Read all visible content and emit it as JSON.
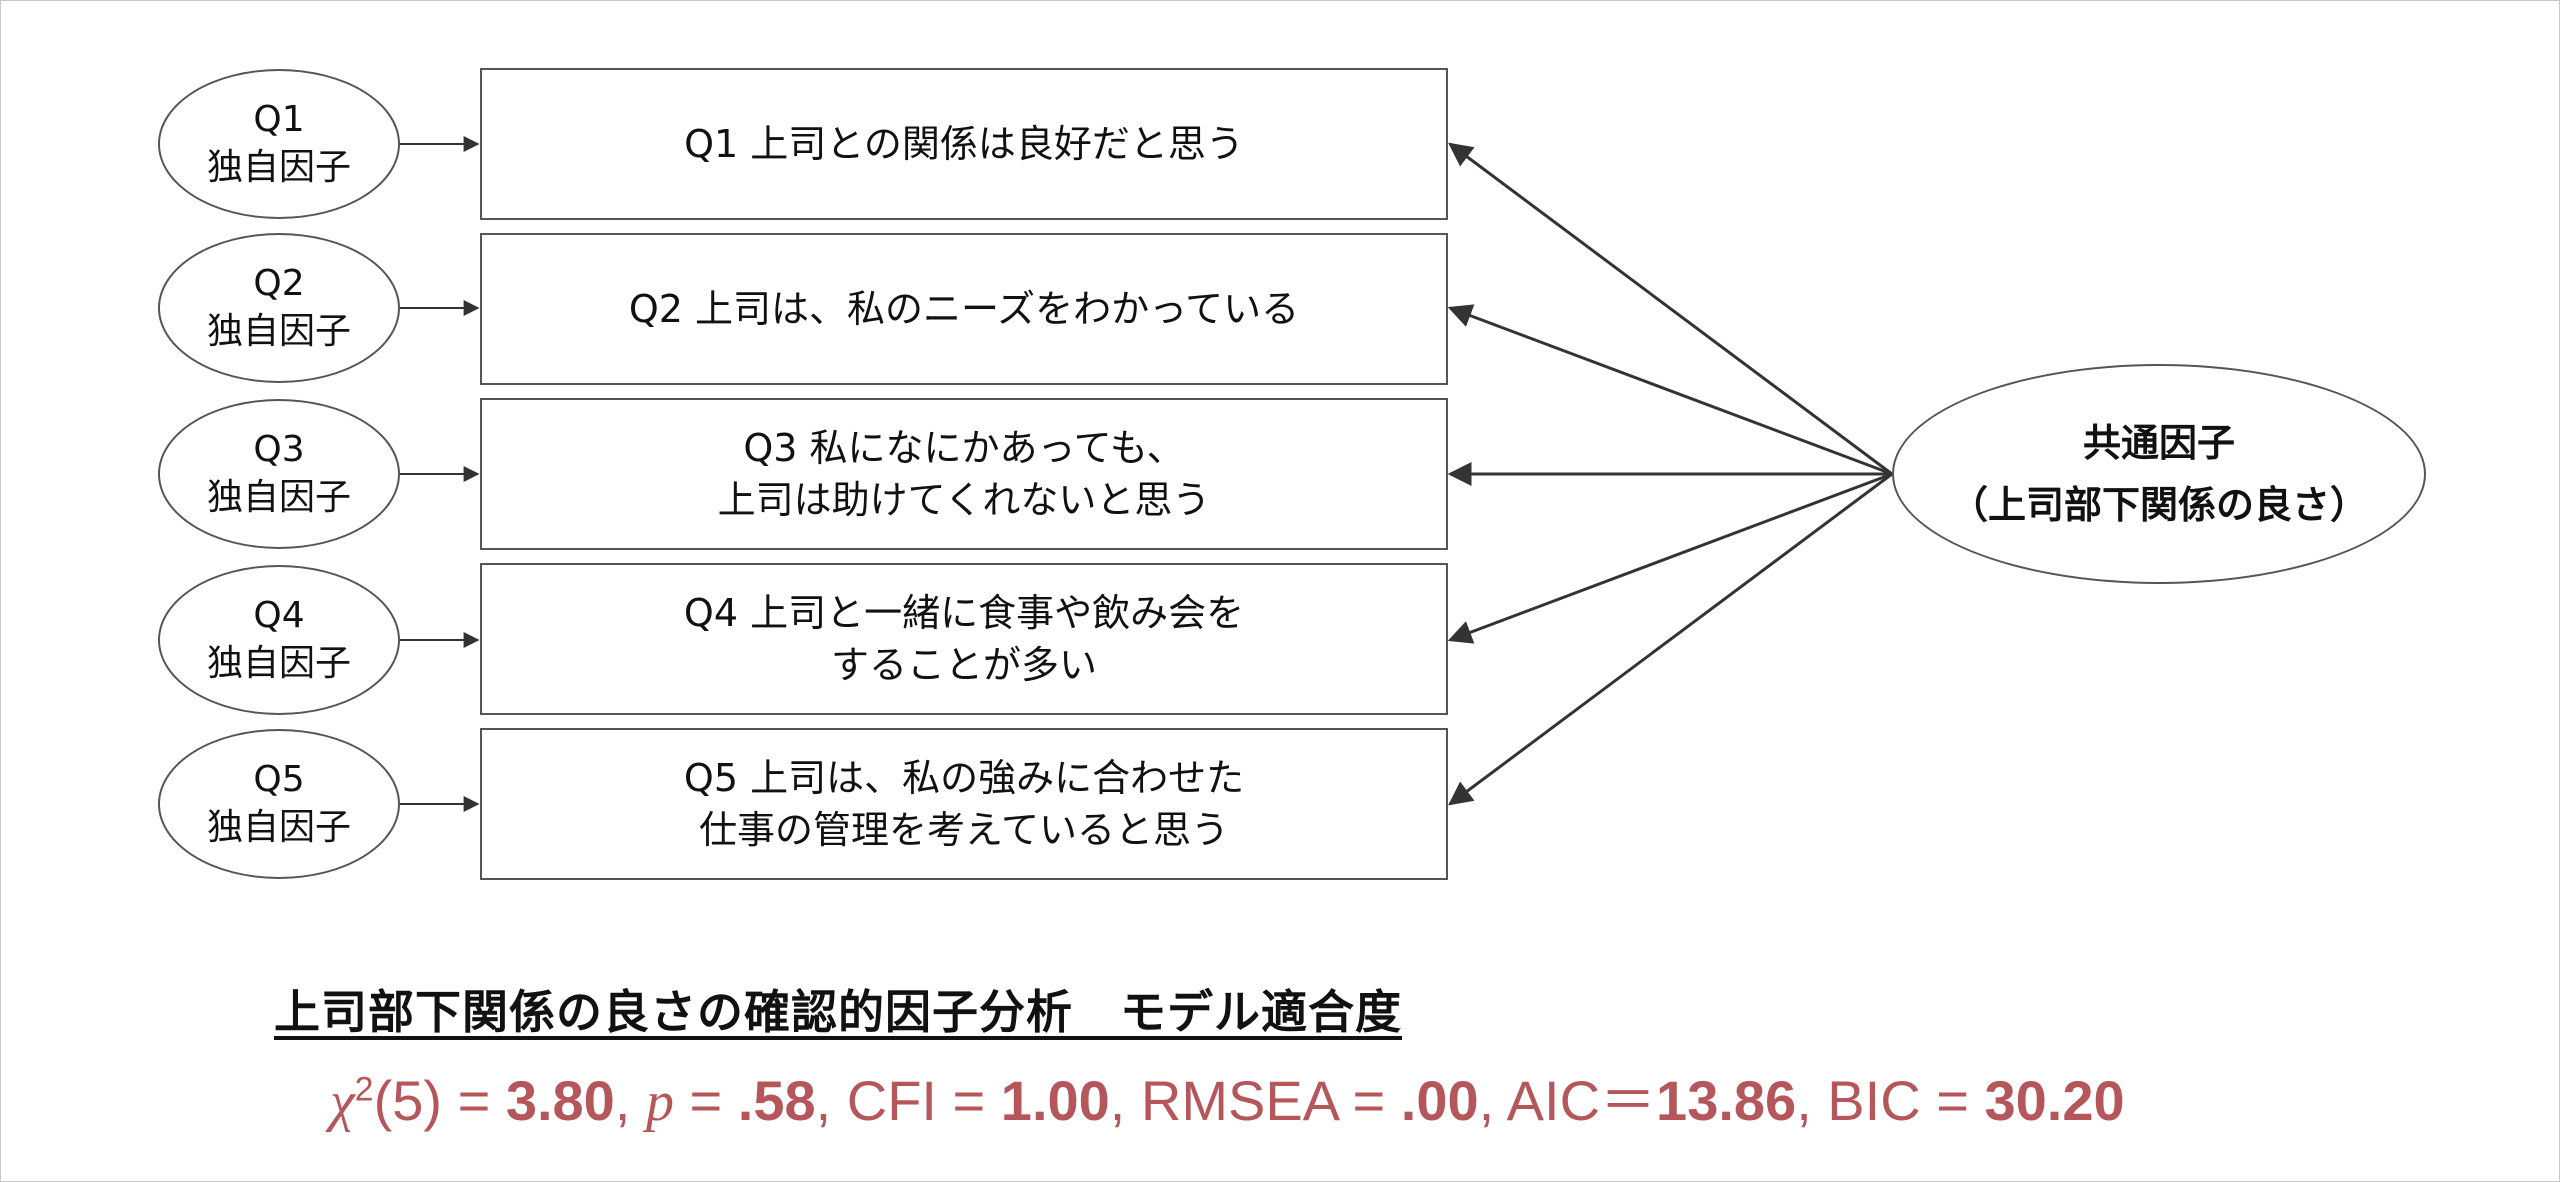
{
  "unique_factors": [
    {
      "id": "Q1",
      "label": "独自因子"
    },
    {
      "id": "Q2",
      "label": "独自因子"
    },
    {
      "id": "Q3",
      "label": "独自因子"
    },
    {
      "id": "Q4",
      "label": "独自因子"
    },
    {
      "id": "Q5",
      "label": "独自因子"
    }
  ],
  "items": [
    "Q1 上司との関係は良好だと思う",
    "Q2 上司は、私のニーズをわかっている",
    "Q3 私になにかあっても、\n上司は助けてくれないと思う",
    "Q4 上司と一緒に食事や飲み会を\nすることが多い",
    "Q5 上司は、私の強みに合わせた\n仕事の管理を考えていると思う"
  ],
  "common_factor": {
    "line1": "共通因子",
    "line2": "（上司部下関係の良さ）"
  },
  "fit": {
    "title": "上司部下関係の良さの確認的因子分析　モデル適合度",
    "chi_symbol": "χ",
    "chi_sup": "2",
    "chi_df": "(5) = ",
    "chi_value": "3.80",
    "sep1": ", ",
    "p_symbol": "p",
    "p_eq": " = ",
    "p_value": ".58",
    "cfi_label": ", CFI = ",
    "cfi_value": "1.00",
    "rmsea_label": ", RMSEA = ",
    "rmsea_value": ".00",
    "aic_label": ", AIC＝",
    "aic_value": "13.86",
    "bic_label": ", BIC = ",
    "bic_value": "30.20"
  },
  "colors": {
    "fit_text": "#b5565a",
    "border": "#555555",
    "arrow": "#333333"
  }
}
